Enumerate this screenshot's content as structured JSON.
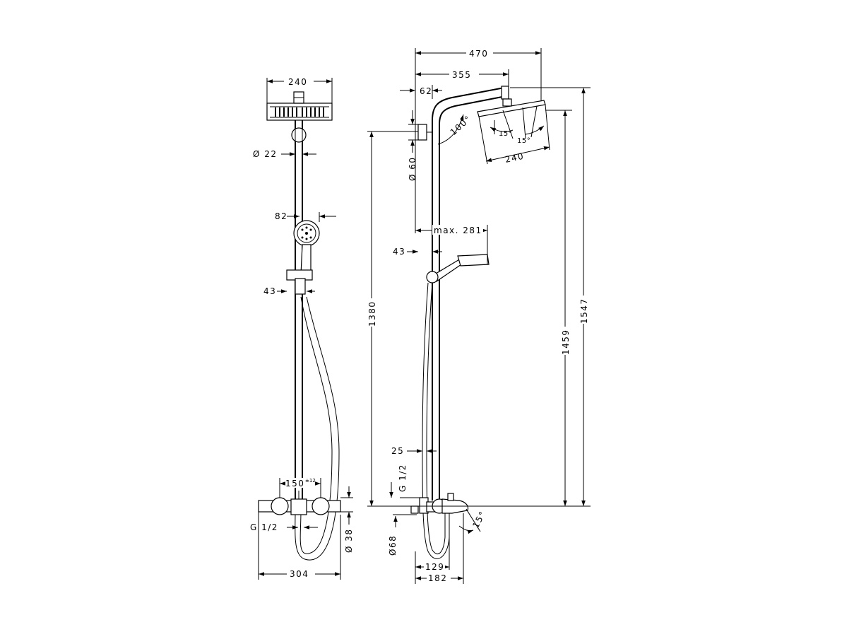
{
  "front_view": {
    "width_head": "240",
    "pipe_diameter": "Ø 22",
    "hand_shower_width": "82",
    "holder_offset": "43",
    "spacing": "150",
    "spacing_tol": "±12",
    "connection": "G 1/2",
    "height_38": "Ø 38",
    "width_total": "304"
  },
  "side_view": {
    "projection_total": "470",
    "projection_arm": "355",
    "arm_offset": "62",
    "tilt_angle": "100°",
    "swivel_left": "15°",
    "swivel_right": "15°",
    "head_width": "240",
    "bracket_diameter": "Ø 60",
    "hand_reach": "max. 281",
    "hand_offset": "43",
    "height_bracket": "1380",
    "height_head": "1459",
    "height_total": "1547",
    "pipe_offset": "25",
    "connection": "G 1/2",
    "diameter_68": "Ø68",
    "spout_angle": "15°",
    "depth_129": "129",
    "depth_182": "182"
  }
}
